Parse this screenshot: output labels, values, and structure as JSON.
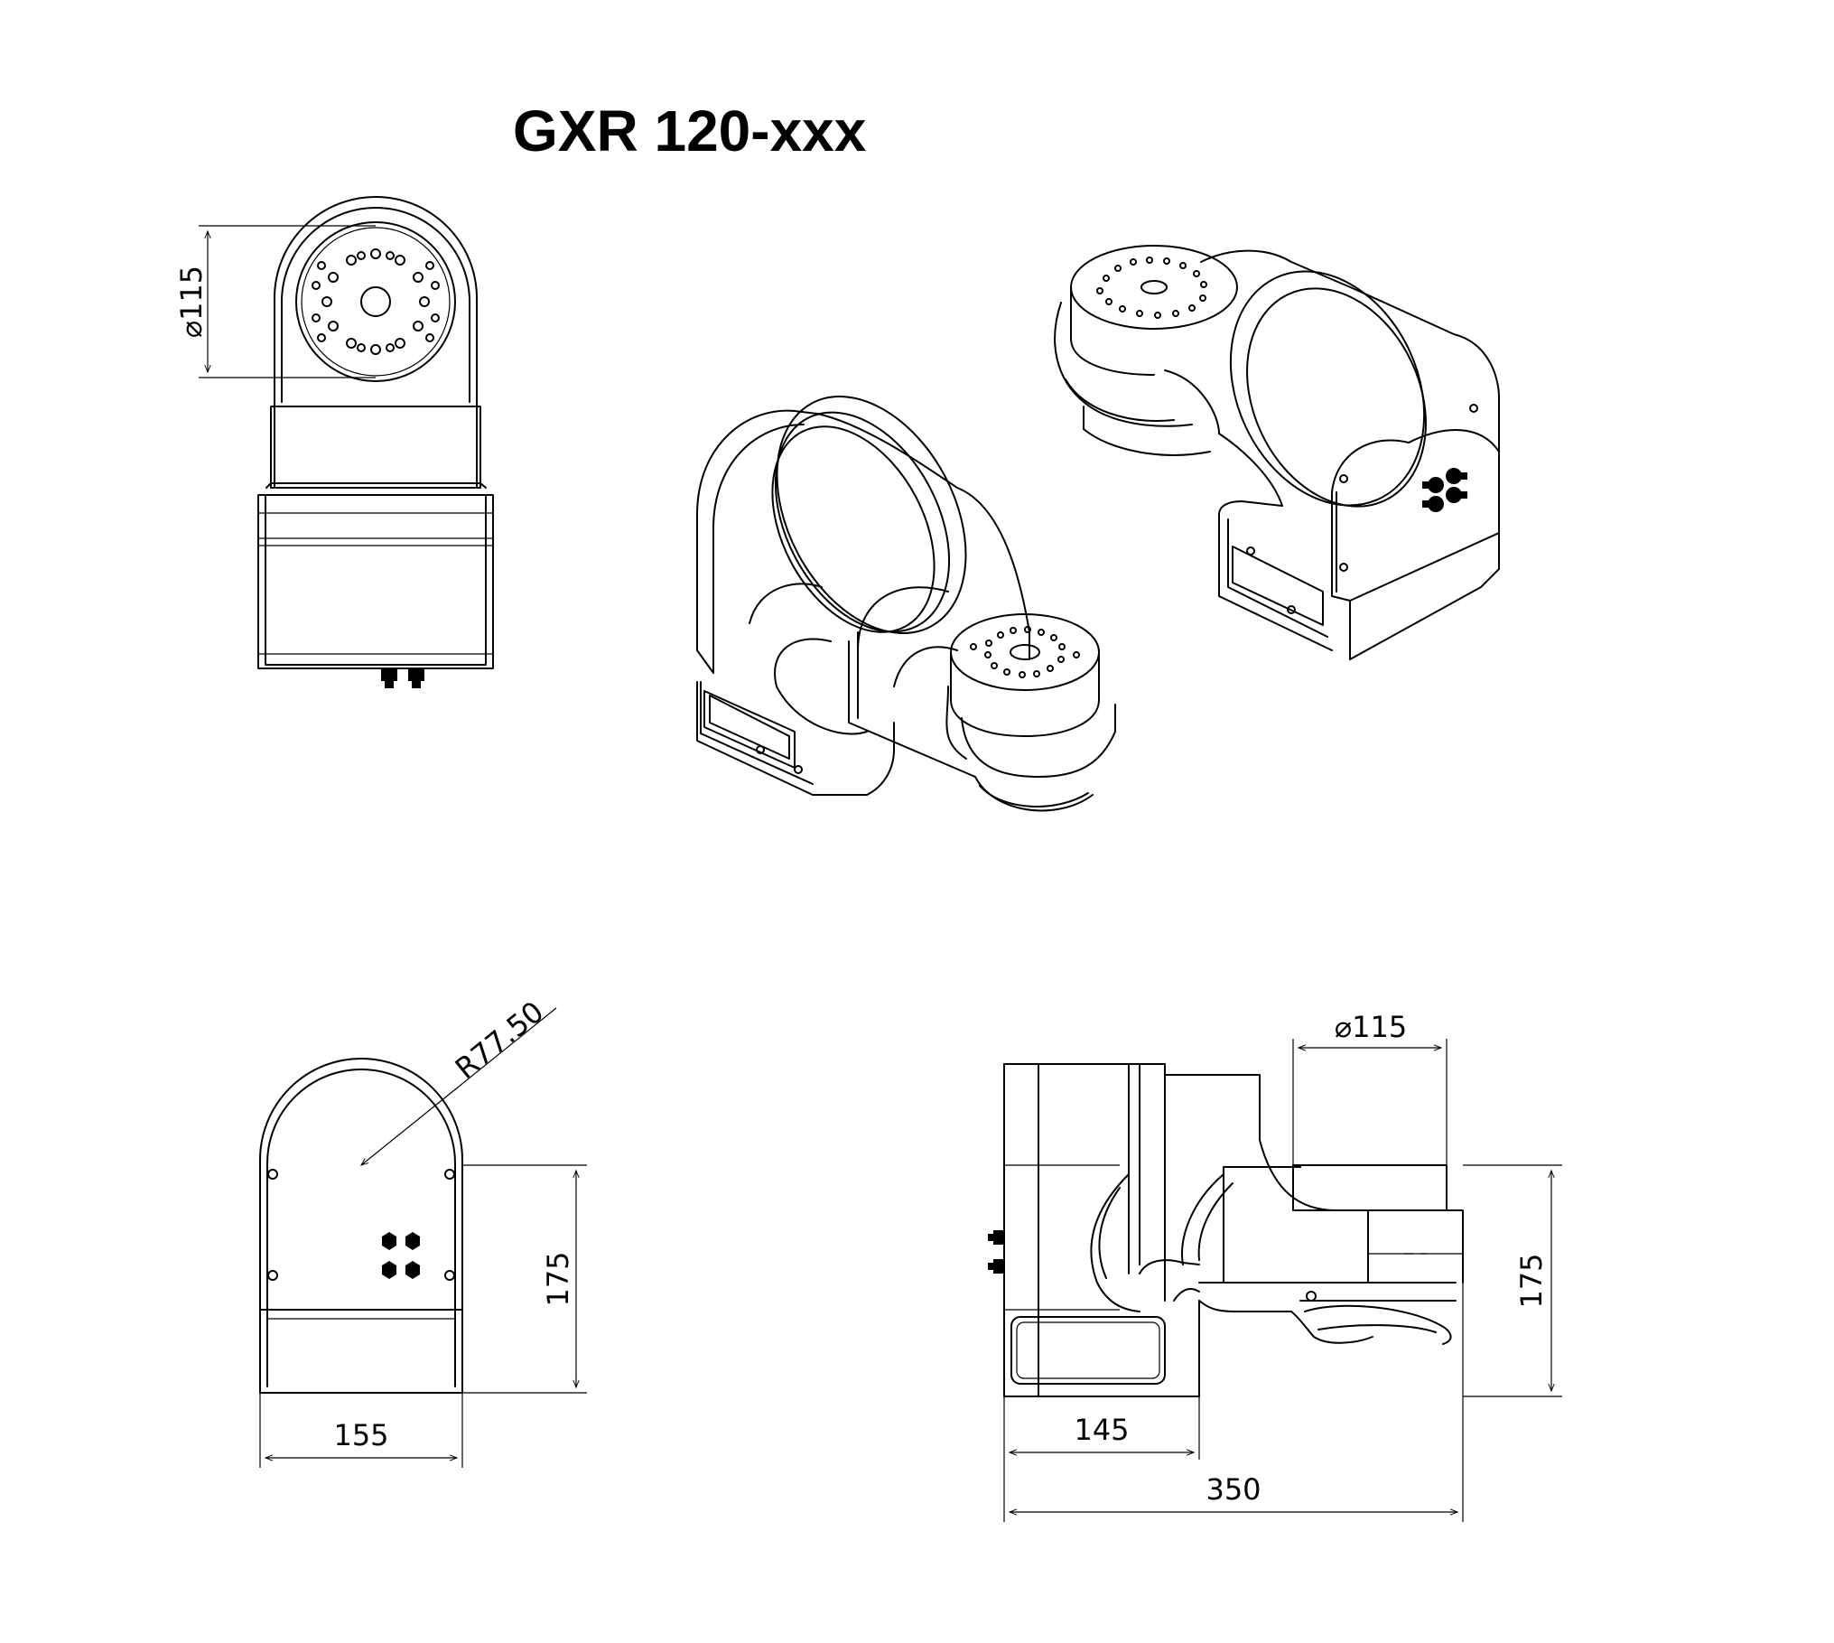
{
  "title": "GXR 120-xxx",
  "dimensions": {
    "top_view_diameter": "115",
    "back_view_radius": "R77.50",
    "back_view_height": "175",
    "back_view_width": "155",
    "side_view_diameter": "115",
    "side_view_height": "175",
    "side_view_base_width": "145",
    "side_view_total_width": "350"
  },
  "symbols": {
    "diameter_symbol": "⌀"
  }
}
